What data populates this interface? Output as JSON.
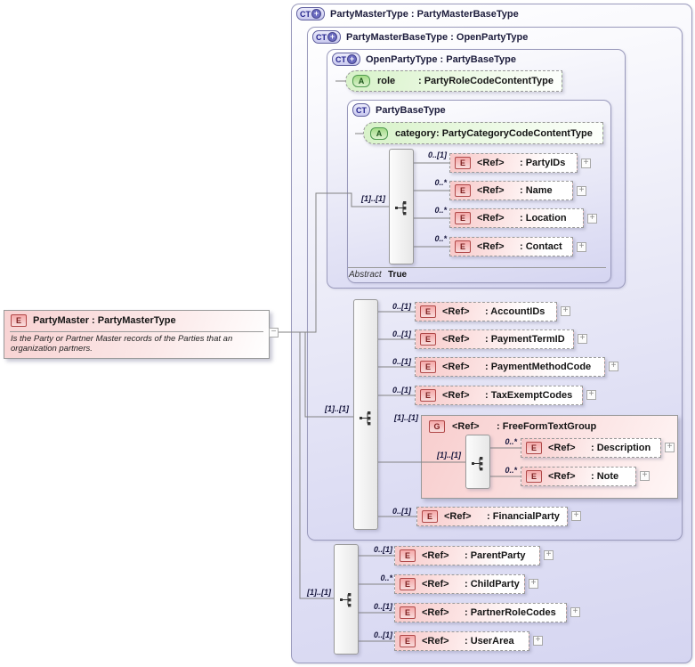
{
  "colors": {
    "container_lavender": "#d5d5f1",
    "container_border": "#9a9abc",
    "element_pink": "#f7c9c9",
    "attribute_green": "#d8f2c9",
    "badge_red_border": "#b04848",
    "badge_green_border": "#4f9a4f",
    "badge_blue_border": "#5f5f9e",
    "line_grey": "#828282"
  },
  "diagram": {
    "party_master_type": {
      "badge": "CT",
      "title": "PartyMasterType : PartyMasterBaseType"
    },
    "party_master_base_type": {
      "badge": "CT",
      "title": "PartyMasterBaseType : OpenPartyType"
    },
    "open_party_type": {
      "badge": "CT",
      "title": "OpenPartyType : PartyBaseType",
      "role_attribute": {
        "badge": "A",
        "name": "role",
        "type": ": PartyRoleCodeContentType"
      }
    },
    "party_base_type": {
      "badge": "CT",
      "title": "PartyBaseType",
      "category_attribute": {
        "badge": "A",
        "name": "category",
        "type": ": PartyCategoryCodeContentType"
      },
      "sequence_cardinality": "[1]..[1]",
      "elements": [
        {
          "badge": "E",
          "cardinality": "0..[1]",
          "ref": "<Ref>",
          "name": ": PartyIDs"
        },
        {
          "badge": "E",
          "cardinality": "0..*",
          "ref": "<Ref>",
          "name": ": Name"
        },
        {
          "badge": "E",
          "cardinality": "0..*",
          "ref": "<Ref>",
          "name": ": Location"
        },
        {
          "badge": "E",
          "cardinality": "0..*",
          "ref": "<Ref>",
          "name": ": Contact"
        }
      ],
      "abstract_label": "Abstract",
      "abstract_value": "True"
    },
    "party_master_base_content": {
      "sequence_cardinality": "[1]..[1]",
      "elements": [
        {
          "badge": "E",
          "cardinality": "0..[1]",
          "ref": "<Ref>",
          "name": ": AccountIDs"
        },
        {
          "badge": "E",
          "cardinality": "0..[1]",
          "ref": "<Ref>",
          "name": ": PaymentTermID"
        },
        {
          "badge": "E",
          "cardinality": "0..[1]",
          "ref": "<Ref>",
          "name": ": PaymentMethodCode"
        },
        {
          "badge": "E",
          "cardinality": "0..[1]",
          "ref": "<Ref>",
          "name": ": TaxExemptCodes"
        },
        {
          "badge": "E",
          "cardinality": "0..[1]",
          "ref": "<Ref>",
          "name": ": FinancialParty"
        }
      ],
      "free_form_text_group": {
        "badge": "G",
        "cardinality": "[1]..[1]",
        "ref": "<Ref>",
        "name": ": FreeFormTextGroup",
        "sequence_cardinality": "[1]..[1]",
        "elements": [
          {
            "badge": "E",
            "cardinality": "0..*",
            "ref": "<Ref>",
            "name": ": Description"
          },
          {
            "badge": "E",
            "cardinality": "0..*",
            "ref": "<Ref>",
            "name": ": Note"
          }
        ]
      }
    },
    "party_master_content": {
      "sequence_cardinality": "[1]..[1]",
      "elements": [
        {
          "badge": "E",
          "cardinality": "0..[1]",
          "ref": "<Ref>",
          "name": ": ParentParty"
        },
        {
          "badge": "E",
          "cardinality": "0..*",
          "ref": "<Ref>",
          "name": ": ChildParty"
        },
        {
          "badge": "E",
          "cardinality": "0..[1]",
          "ref": "<Ref>",
          "name": ": PartnerRoleCodes"
        },
        {
          "badge": "E",
          "cardinality": "0..[1]",
          "ref": "<Ref>",
          "name": ": UserArea"
        }
      ]
    },
    "party_master_element": {
      "badge": "E",
      "title": "PartyMaster : PartyMasterType",
      "description": "Is the Party or Partner Master records of the Parties that an organization partners."
    }
  }
}
